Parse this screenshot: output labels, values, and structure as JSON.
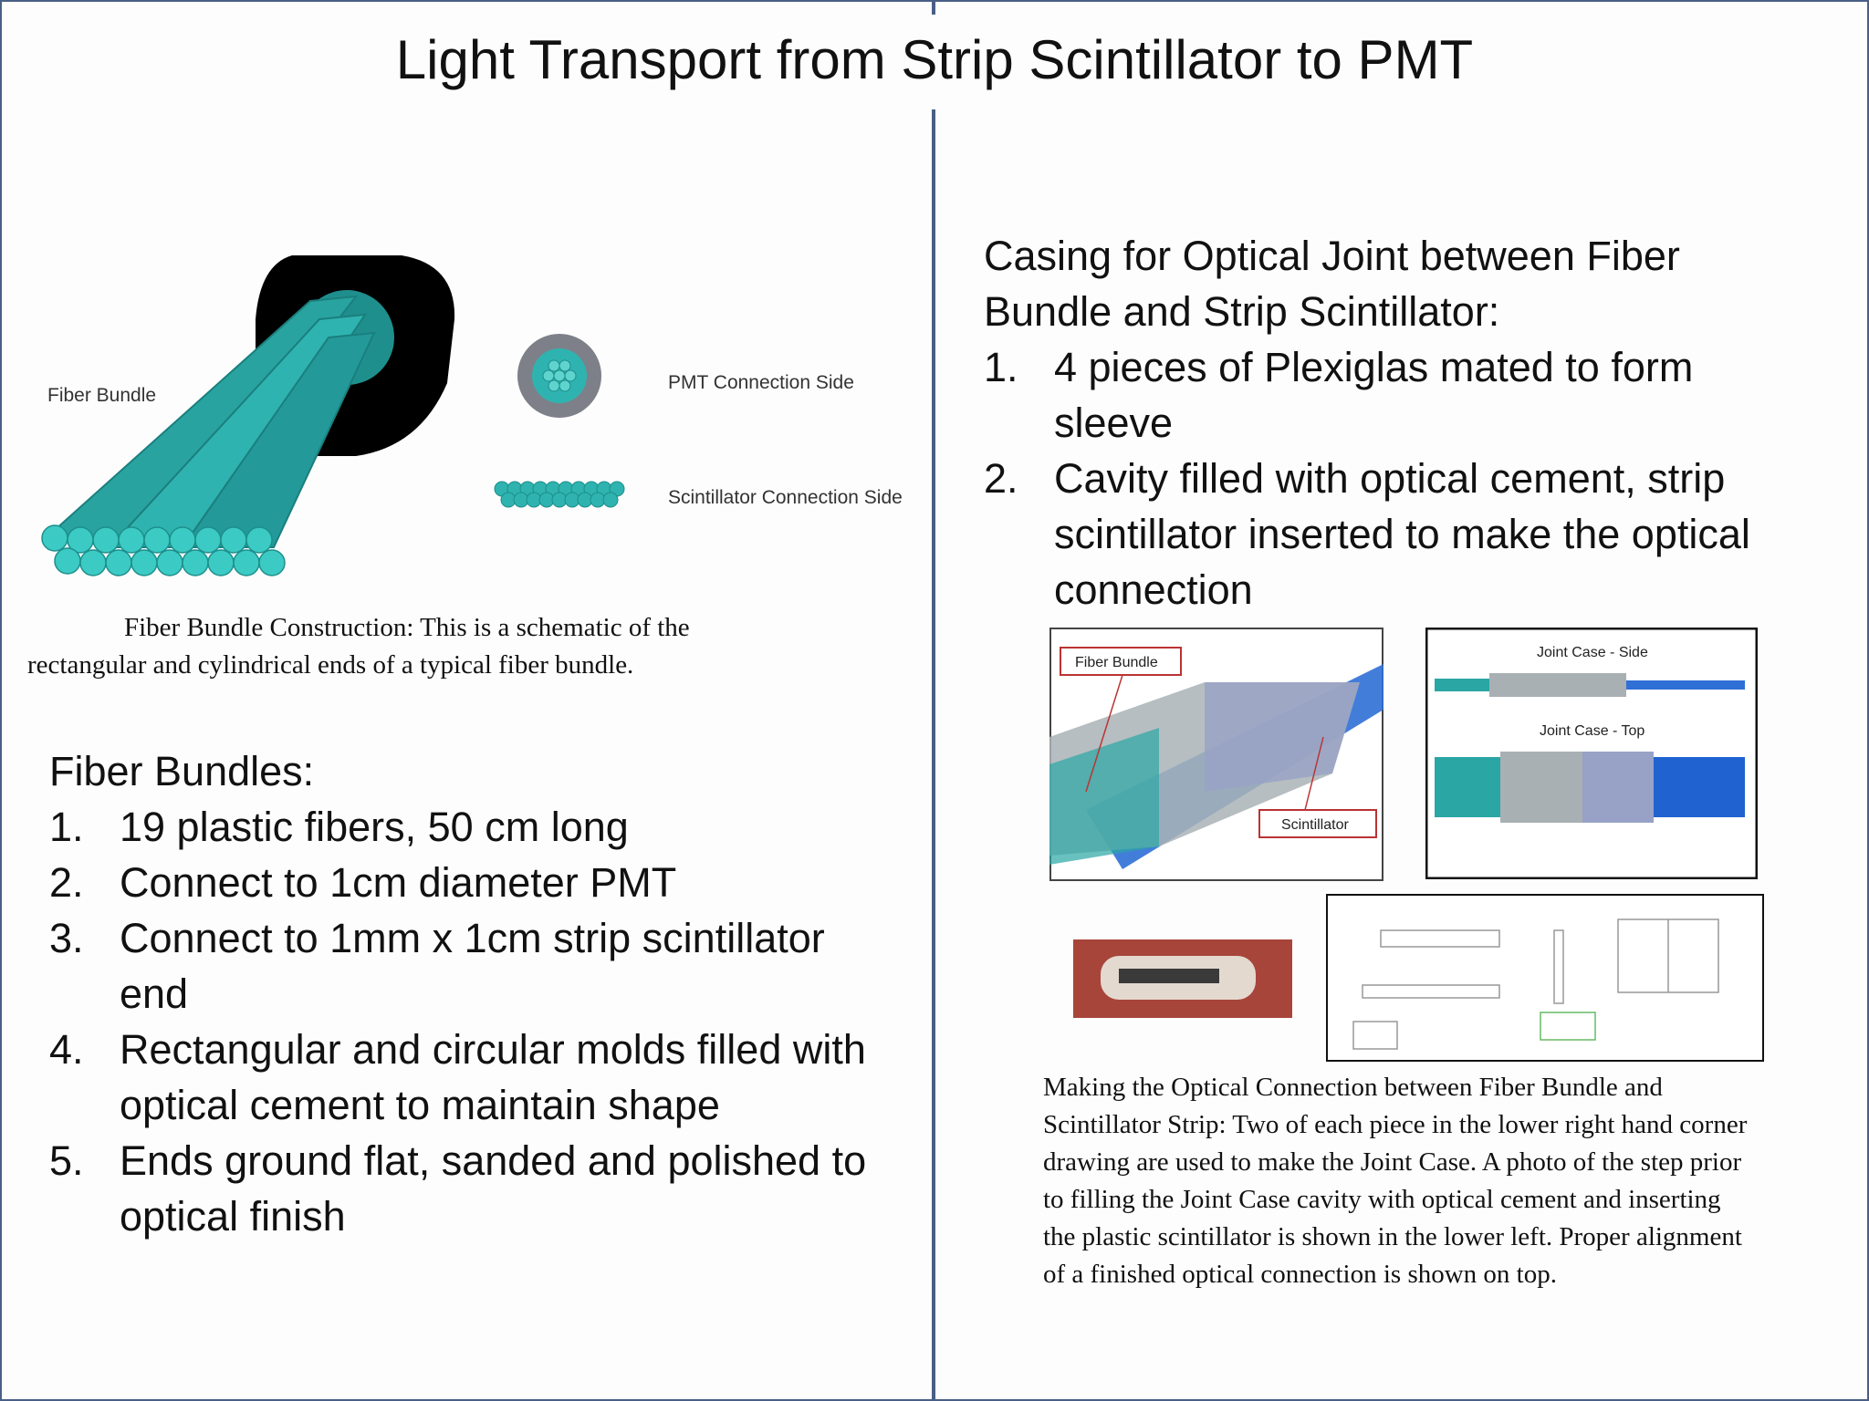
{
  "title": "Light Transport from Strip Scintillator to PMT",
  "left": {
    "figure": {
      "label_fiber_bundle": "Fiber Bundle",
      "label_pmt_side": "PMT Connection Side",
      "label_scint_side": "Scintillator Connection Side"
    },
    "caption_line1": "Fiber Bundle Construction: This is a schematic of the",
    "caption_line2": "rectangular and cylindrical ends of a typical fiber bundle.",
    "heading": "Fiber Bundles:",
    "items": [
      {
        "num": "1.",
        "text": "19 plastic fibers, 50 cm long"
      },
      {
        "num": "2.",
        "text": "Connect to 1cm diameter PMT"
      },
      {
        "num": "3.",
        "text": "Connect to 1mm x 1cm strip scintillator end"
      },
      {
        "num": "4.",
        "text": "Rectangular and circular molds filled with optical cement to maintain shape"
      },
      {
        "num": "5.",
        "text": "Ends ground flat, sanded and polished to optical finish"
      }
    ]
  },
  "right": {
    "heading": "Casing for Optical Joint between Fiber Bundle and Strip Scintillator:",
    "items": [
      {
        "num": "1.",
        "text": "4 pieces of Plexiglas mated to form sleeve"
      },
      {
        "num": "2.",
        "text": "Cavity filled with optical cement, strip scintillator inserted to make the optical connection"
      }
    ],
    "figure": {
      "label_fiber_bundle": "Fiber Bundle",
      "label_scintillator": "Scintillator",
      "label_joint_side": "Joint Case - Side",
      "label_joint_top": "Joint Case - Top"
    },
    "caption": "Making the Optical Connection between Fiber Bundle and Scintillator Strip: Two of each piece in the lower right hand corner drawing are used to make the Joint Case. A photo of the step prior to filling the Joint Case cavity with optical cement and inserting the plastic scintillator is shown in the lower left. Proper alignment of a finished optical connection is shown on top."
  },
  "colors": {
    "frame": "#4a5f86",
    "fiber": "#2aa6a4",
    "strip": "#2f6fd6"
  }
}
